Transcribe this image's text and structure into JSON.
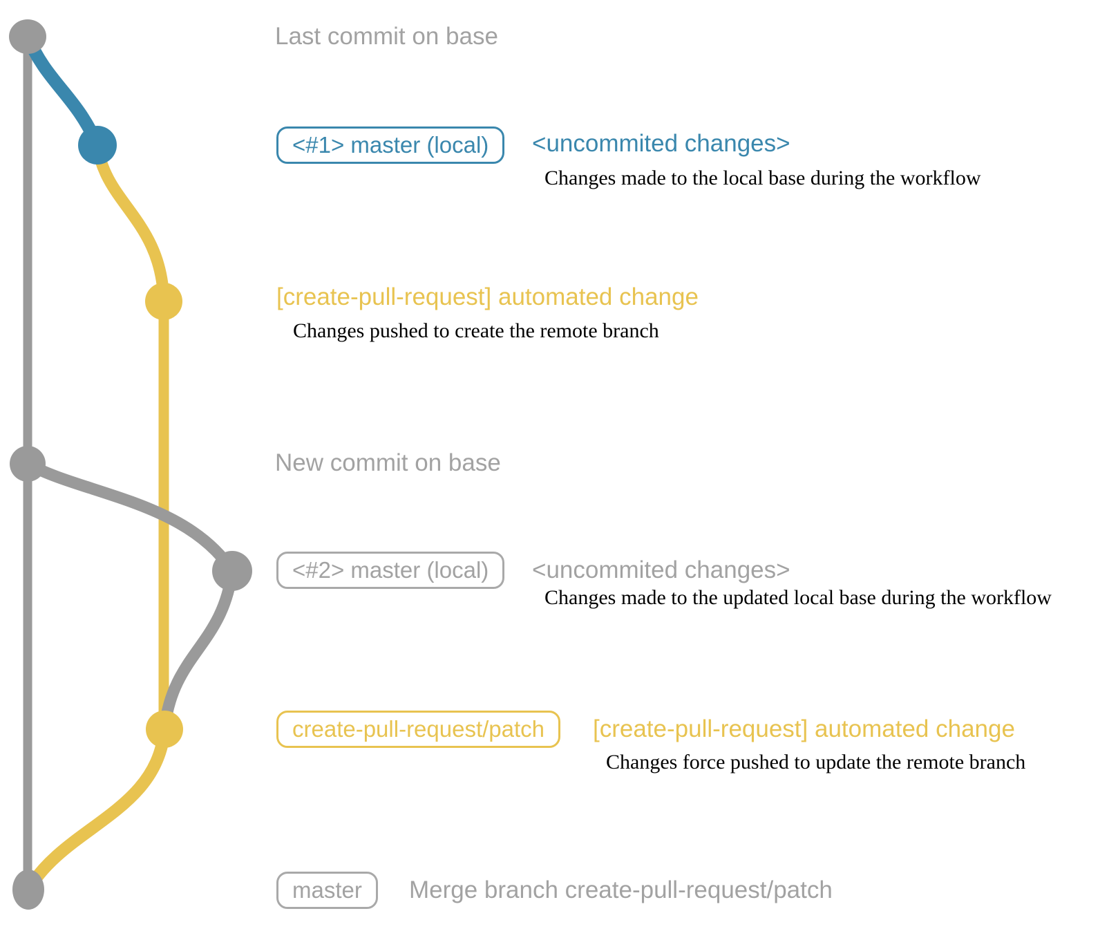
{
  "colors": {
    "gray": "#9a9a9a",
    "gray_text": "#a2a2a2",
    "blue": "#3a87ad",
    "yellow": "#e8c350",
    "description_text": "#000000"
  },
  "rows": {
    "last_commit": {
      "title": "Last commit on base"
    },
    "commit1": {
      "badge": "<#1> master (local)",
      "heading": "<uncommited changes>",
      "description": "Changes made to the local base during the workflow"
    },
    "push1": {
      "heading": "[create-pull-request] automated change",
      "description": "Changes pushed to create the remote branch"
    },
    "new_commit": {
      "title": "New commit on base"
    },
    "commit2": {
      "badge": "<#2> master (local)",
      "heading": "<uncommited changes>",
      "description": "Changes made to the updated local base during the workflow"
    },
    "push2": {
      "badge": "create-pull-request/patch",
      "heading": "[create-pull-request] automated change",
      "description": "Changes force pushed to update the remote branch"
    },
    "merge": {
      "badge": "master",
      "title": "Merge branch create-pull-request/patch"
    }
  }
}
